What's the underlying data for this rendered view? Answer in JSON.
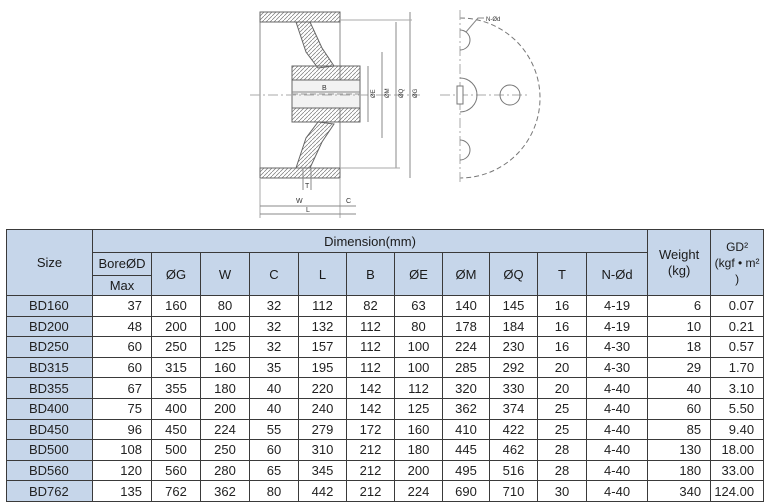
{
  "drawing_labels": {
    "b": "B",
    "e": "ØE",
    "m": "ØM",
    "q": "ØQ",
    "g": "ØG",
    "t": "T",
    "c": "C",
    "w": "W",
    "l": "L",
    "nd": "N-Ød"
  },
  "table": {
    "size_header": "Size",
    "dimension_header": "Dimension(mm)",
    "bore_header_top": "BoreØD",
    "bore_header_bottom": "Max",
    "columns": [
      "ØG",
      "W",
      "C",
      "L",
      "B",
      "ØE",
      "ØM",
      "ØQ",
      "T",
      "N-Ød"
    ],
    "weight_header": "Weight\n(kg)",
    "gd_header": "GD²\n(kgf • m² )",
    "rows": [
      {
        "size": "BD160",
        "bore": "37",
        "g": "160",
        "w": "80",
        "c": "32",
        "l": "112",
        "b": "82",
        "e": "63",
        "m": "140",
        "q": "145",
        "t": "16",
        "nd": "4-19",
        "weight": "6",
        "gd": "0.07"
      },
      {
        "size": "BD200",
        "bore": "48",
        "g": "200",
        "w": "100",
        "c": "32",
        "l": "132",
        "b": "112",
        "e": "80",
        "m": "178",
        "q": "184",
        "t": "16",
        "nd": "4-19",
        "weight": "10",
        "gd": "0.21"
      },
      {
        "size": "BD250",
        "bore": "60",
        "g": "250",
        "w": "125",
        "c": "32",
        "l": "157",
        "b": "112",
        "e": "100",
        "m": "224",
        "q": "230",
        "t": "16",
        "nd": "4-30",
        "weight": "18",
        "gd": "0.57"
      },
      {
        "size": "BD315",
        "bore": "60",
        "g": "315",
        "w": "160",
        "c": "35",
        "l": "195",
        "b": "112",
        "e": "100",
        "m": "285",
        "q": "292",
        "t": "20",
        "nd": "4-30",
        "weight": "29",
        "gd": "1.70"
      },
      {
        "size": "BD355",
        "bore": "67",
        "g": "355",
        "w": "180",
        "c": "40",
        "l": "220",
        "b": "142",
        "e": "112",
        "m": "320",
        "q": "330",
        "t": "20",
        "nd": "4-40",
        "weight": "40",
        "gd": "3.10"
      },
      {
        "size": "BD400",
        "bore": "75",
        "g": "400",
        "w": "200",
        "c": "40",
        "l": "240",
        "b": "142",
        "e": "125",
        "m": "362",
        "q": "374",
        "t": "25",
        "nd": "4-40",
        "weight": "60",
        "gd": "5.50"
      },
      {
        "size": "BD450",
        "bore": "96",
        "g": "450",
        "w": "224",
        "c": "55",
        "l": "279",
        "b": "172",
        "e": "160",
        "m": "410",
        "q": "422",
        "t": "25",
        "nd": "4-40",
        "weight": "85",
        "gd": "9.40"
      },
      {
        "size": "BD500",
        "bore": "108",
        "g": "500",
        "w": "250",
        "c": "60",
        "l": "310",
        "b": "212",
        "e": "180",
        "m": "445",
        "q": "462",
        "t": "28",
        "nd": "4-40",
        "weight": "130",
        "gd": "18.00"
      },
      {
        "size": "BD560",
        "bore": "120",
        "g": "560",
        "w": "280",
        "c": "65",
        "l": "345",
        "b": "212",
        "e": "200",
        "m": "495",
        "q": "516",
        "t": "28",
        "nd": "4-40",
        "weight": "180",
        "gd": "33.00"
      },
      {
        "size": "BD762",
        "bore": "135",
        "g": "762",
        "w": "362",
        "c": "80",
        "l": "442",
        "b": "212",
        "e": "224",
        "m": "690",
        "q": "710",
        "t": "30",
        "nd": "4-40",
        "weight": "340",
        "gd": "124.00"
      }
    ]
  }
}
